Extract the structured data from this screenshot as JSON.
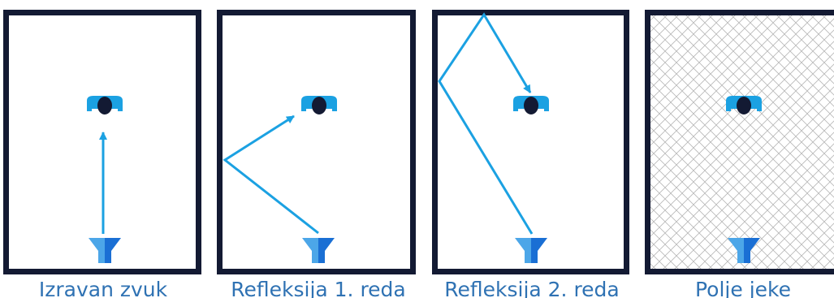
{
  "colors": {
    "frame": "#131a33",
    "ray": "#1ba1e2",
    "listener_body": "#1ba1e2",
    "listener_head": "#131a33",
    "speaker_light": "#4ca6e8",
    "speaker_dark": "#1a6fd4",
    "caption": "#2f72b3",
    "hatch": "#b7b7b7"
  },
  "panels": [
    {
      "id": "direct",
      "caption": "Izravan zvuk"
    },
    {
      "id": "first-reflection",
      "caption": "Refleksija 1. reda"
    },
    {
      "id": "second-reflection",
      "caption": "Refleksija 2. reda"
    },
    {
      "id": "reverb-field",
      "caption": "Polje jeke"
    }
  ]
}
